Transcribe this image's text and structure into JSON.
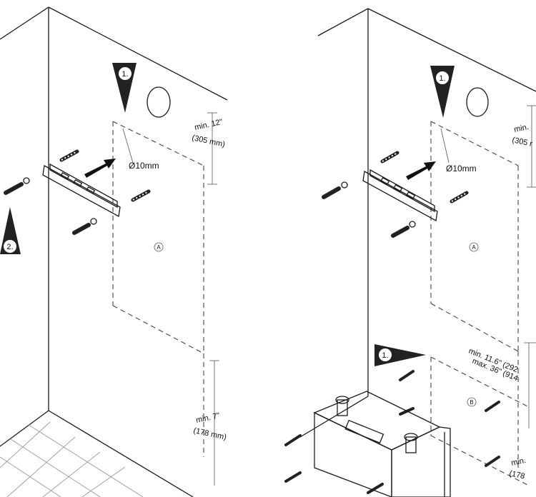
{
  "left_panel": {
    "callout_1": "1.",
    "callout_2": "2.",
    "hole_label": "Ø10mm",
    "dim_top_min": "min. 12\"",
    "dim_top_mm": "(305 mm)",
    "area_label": "A",
    "dim_bottom_min": "min. 7\"",
    "dim_bottom_mm": "(178 mm)"
  },
  "right_panel": {
    "callout_1_top": "1.",
    "callout_1_mid": "1.",
    "hole_label": "Ø10mm",
    "dim_top_min": "min.",
    "dim_top_mm": "(305 r",
    "area_a_label": "A",
    "area_b_label": "B",
    "dim_mid_min": "min. 11.6\" (292",
    "dim_mid_max": "max. 36\" (914",
    "dim_bottom_min": "min.",
    "dim_bottom_mm": "(178"
  }
}
